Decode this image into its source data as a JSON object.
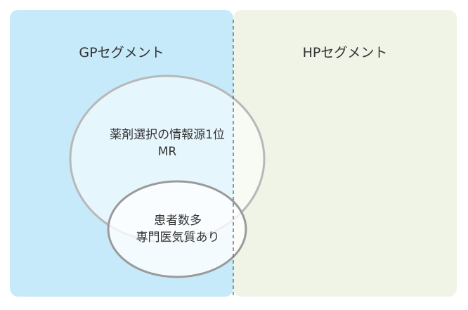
{
  "segments": {
    "gp_title": "GPセグメント",
    "hp_title": "HPセグメント"
  },
  "big_circle": {
    "line1": "薬剤選択の情報源1位",
    "line2": "MR"
  },
  "small_circle": {
    "line1": "患者数多",
    "line2": "専門医気質あり"
  },
  "colors": {
    "gp_background": "#c7eafb",
    "hp_background": "#eff4e6",
    "circle_stroke": "#b8b8b8",
    "small_circle_stroke": "#9a9a9a"
  }
}
